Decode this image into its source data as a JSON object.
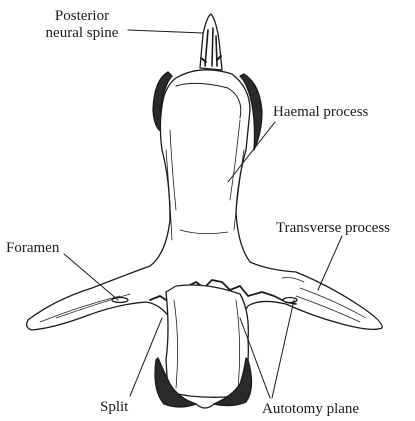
{
  "labels": {
    "posterior_line1": "Posterior",
    "posterior_line2": "neural spine",
    "haemal": "Haemal process",
    "transverse": "Transverse process",
    "foramen": "Foramen",
    "split": "Split",
    "autotomy": "Autotomy plane"
  },
  "colors": {
    "ink": "#1b1b1b",
    "dark_fill": "#2a2a2a",
    "bone": "#ffffff"
  }
}
